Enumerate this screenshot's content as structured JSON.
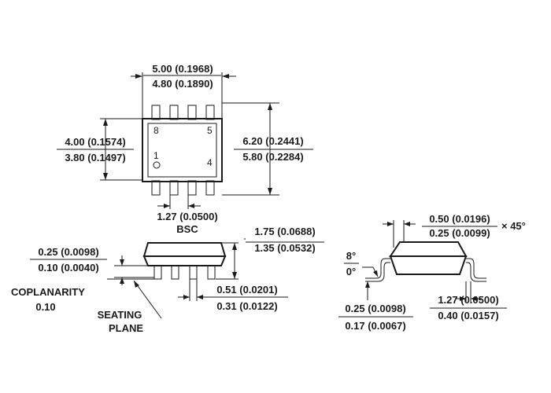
{
  "top_view": {
    "length_max": "5.00 (0.1968)",
    "length_min": "4.80 (0.1890)",
    "body_width_max": "4.00 (0.1574)",
    "body_width_min": "3.80 (0.1497)",
    "span_max": "6.20 (0.2441)",
    "span_min": "5.80 (0.2284)",
    "pin_labels": {
      "p8": "8",
      "p5": "5",
      "p1": "1",
      "p4": "4"
    },
    "pitch": "1.27 (0.0500)",
    "pitch_note": "BSC"
  },
  "side_view": {
    "height_max": "1.75 (0.0688)",
    "height_min": "1.35 (0.0532)",
    "standoff_max": "0.25 (0.0098)",
    "standoff_min": "0.10 (0.0040)",
    "coplanarity_label": "COPLANARITY",
    "coplanarity_value": "0.10",
    "seating_plane_line1": "SEATING",
    "seating_plane_line2": "PLANE",
    "lead_width_max": "0.51 (0.0201)",
    "lead_width_min": "0.31 (0.0122)"
  },
  "end_view": {
    "chamfer_max": "0.50 (0.0196)",
    "chamfer_min": "0.25 (0.0099)",
    "chamfer_angle": "× 45°",
    "angle_max": "8°",
    "angle_min": "0°",
    "lead_thickness_max": "0.25 (0.0098)",
    "lead_thickness_min": "0.17 (0.0067)",
    "foot_length_max": "1.27 (0.0500)",
    "foot_length_min": "0.40 (0.0157)"
  }
}
